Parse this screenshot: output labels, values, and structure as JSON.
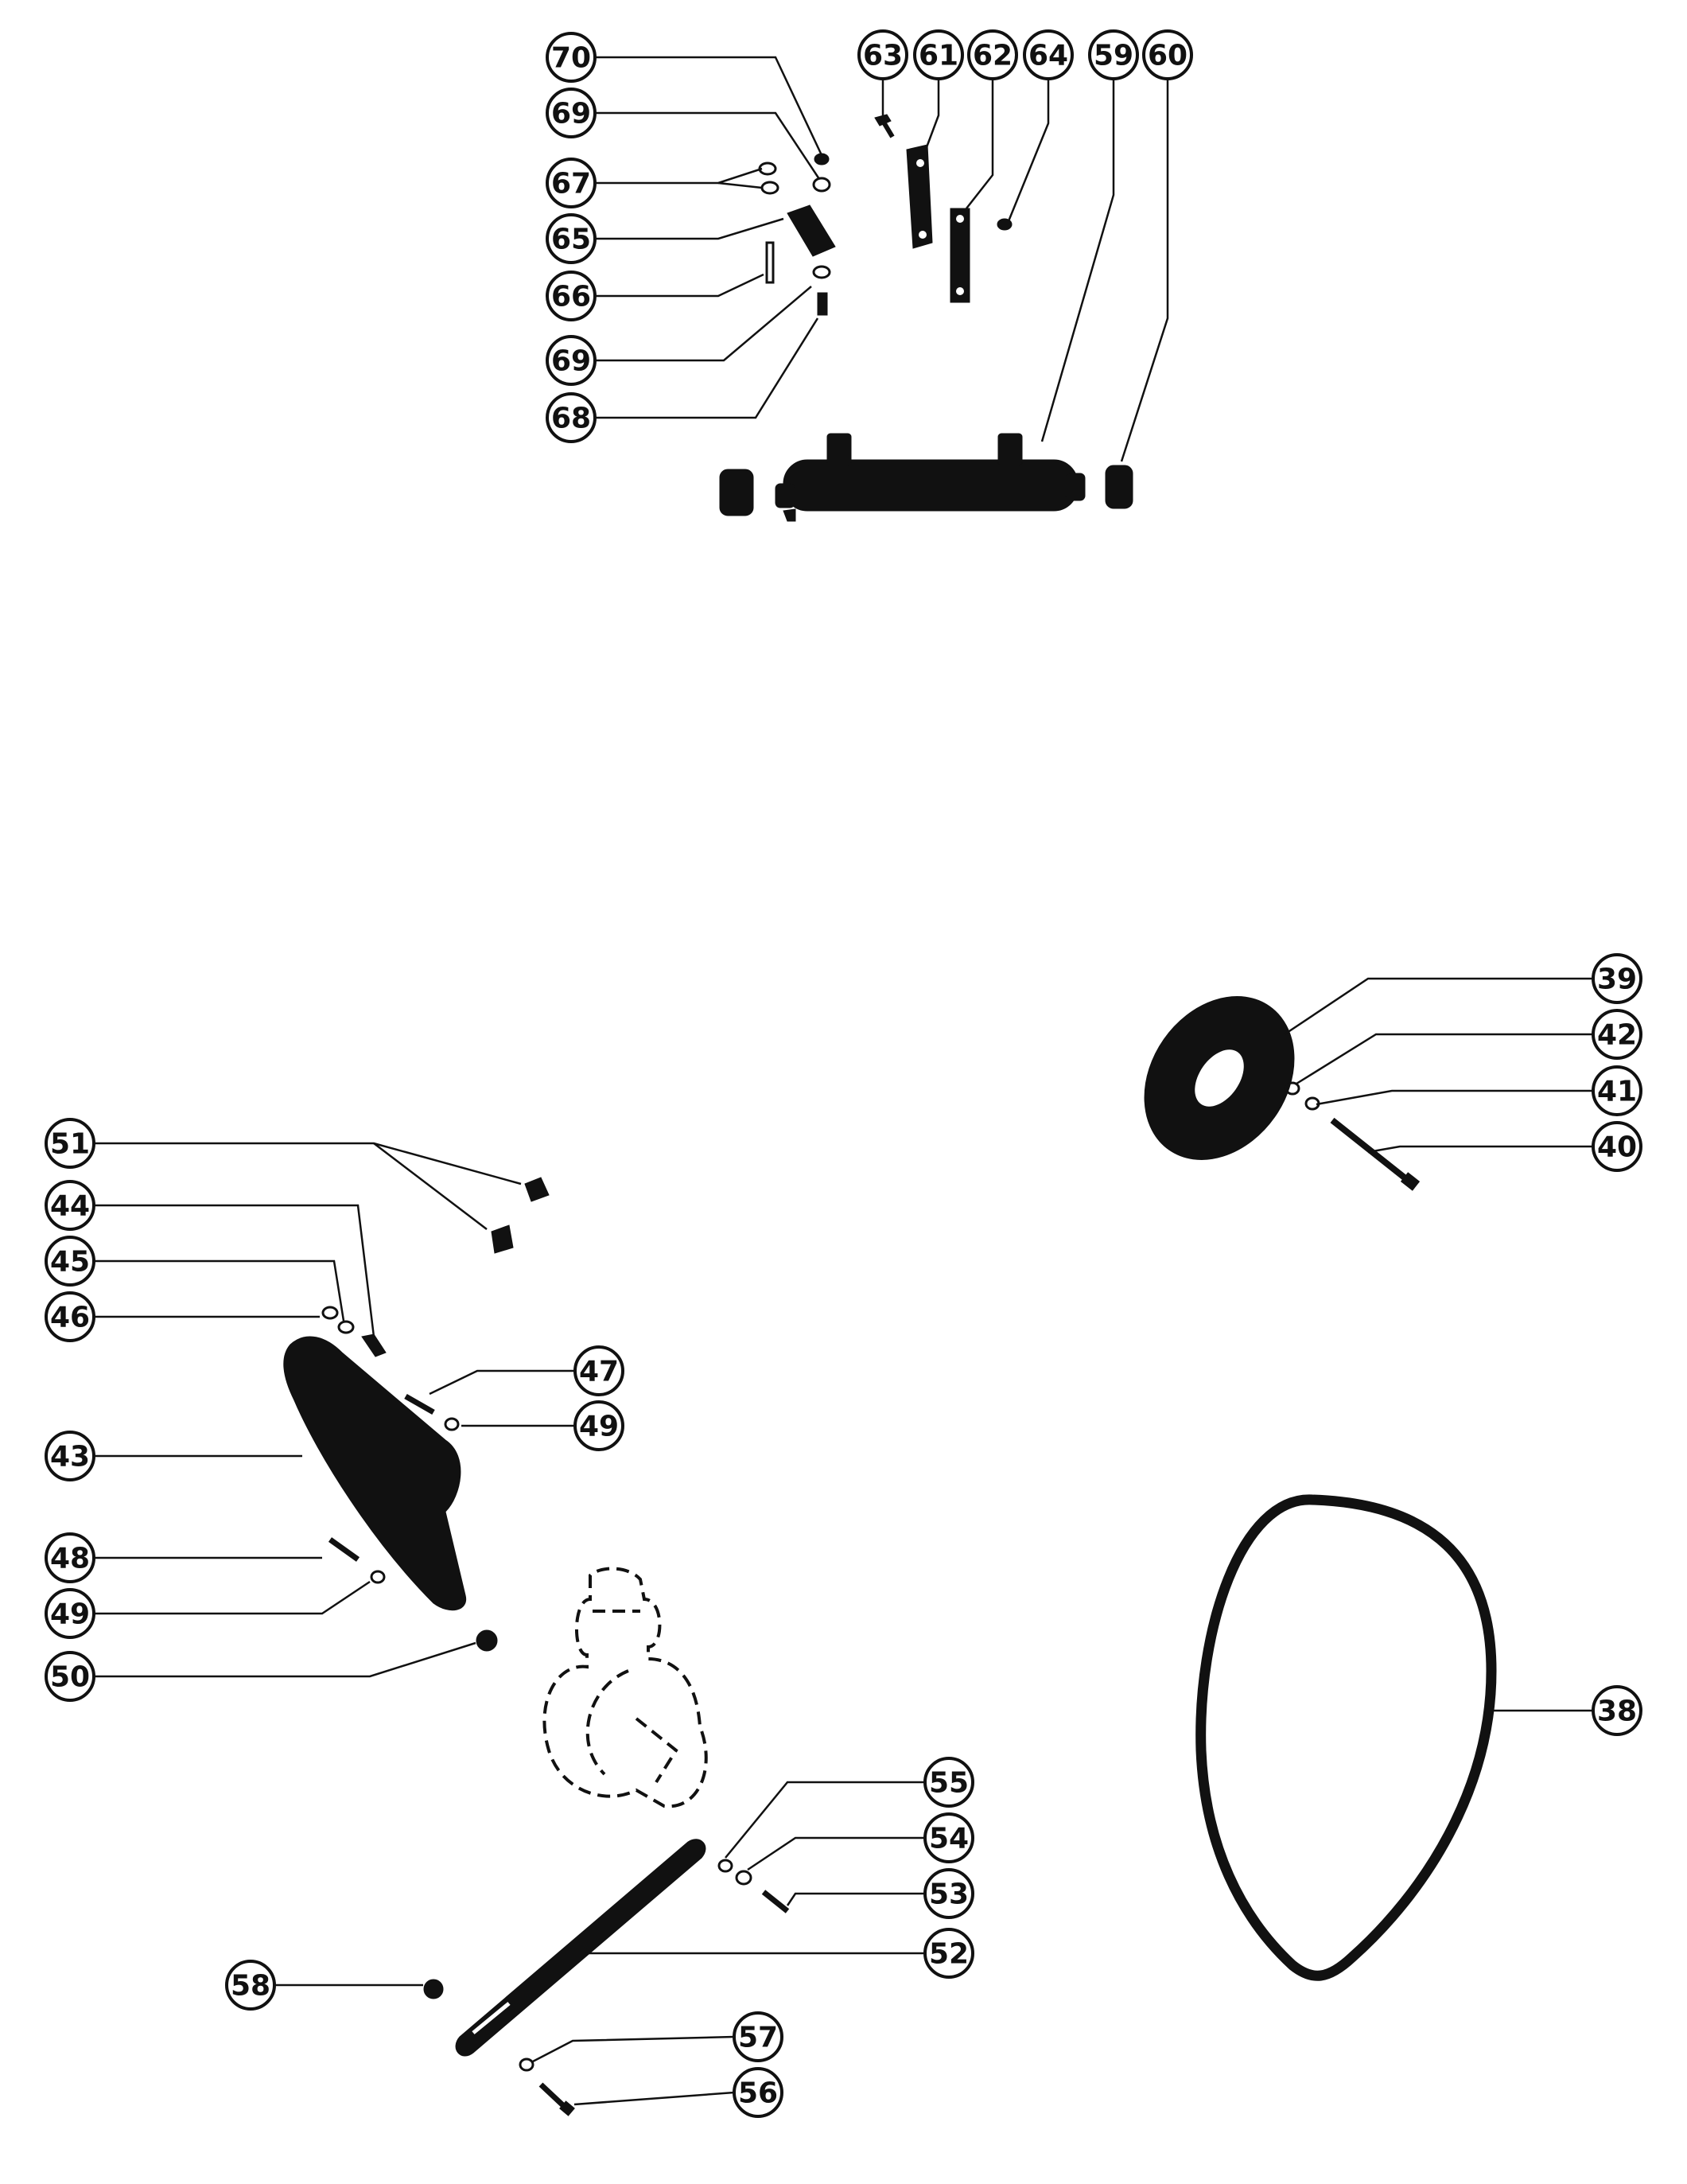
{
  "diagram": {
    "callouts": [
      {
        "id": "70",
        "label": "70"
      },
      {
        "id": "69a",
        "label": "69"
      },
      {
        "id": "67",
        "label": "67"
      },
      {
        "id": "65",
        "label": "65"
      },
      {
        "id": "66",
        "label": "66"
      },
      {
        "id": "69b",
        "label": "69"
      },
      {
        "id": "68",
        "label": "68"
      },
      {
        "id": "63",
        "label": "63"
      },
      {
        "id": "61",
        "label": "61"
      },
      {
        "id": "62",
        "label": "62"
      },
      {
        "id": "64",
        "label": "64"
      },
      {
        "id": "59",
        "label": "59"
      },
      {
        "id": "60",
        "label": "60"
      },
      {
        "id": "39",
        "label": "39"
      },
      {
        "id": "42",
        "label": "42"
      },
      {
        "id": "41",
        "label": "41"
      },
      {
        "id": "40",
        "label": "40"
      },
      {
        "id": "51",
        "label": "51"
      },
      {
        "id": "44",
        "label": "44"
      },
      {
        "id": "45",
        "label": "45"
      },
      {
        "id": "46",
        "label": "46"
      },
      {
        "id": "47",
        "label": "47"
      },
      {
        "id": "49a",
        "label": "49"
      },
      {
        "id": "43",
        "label": "43"
      },
      {
        "id": "48",
        "label": "48"
      },
      {
        "id": "49b",
        "label": "49"
      },
      {
        "id": "50",
        "label": "50"
      },
      {
        "id": "38",
        "label": "38"
      },
      {
        "id": "55",
        "label": "55"
      },
      {
        "id": "54",
        "label": "54"
      },
      {
        "id": "53",
        "label": "53"
      },
      {
        "id": "52",
        "label": "52"
      },
      {
        "id": "58",
        "label": "58"
      },
      {
        "id": "57",
        "label": "57"
      },
      {
        "id": "56",
        "label": "56"
      }
    ]
  }
}
